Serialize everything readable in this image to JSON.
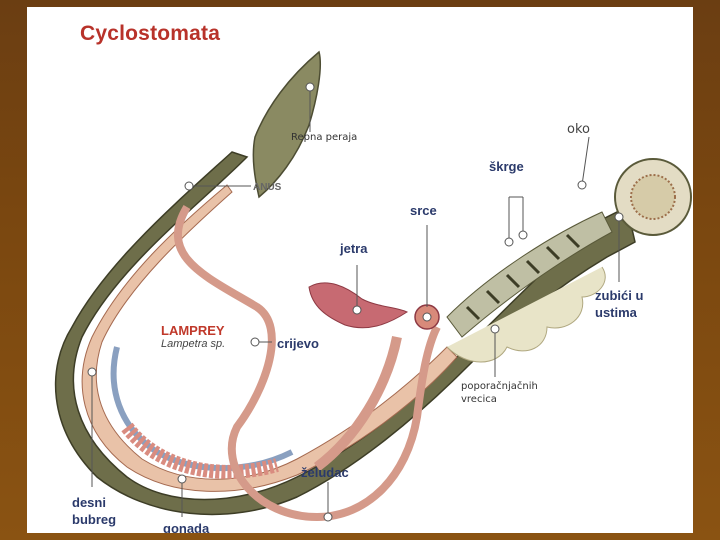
{
  "title": "Cyclostomata",
  "animal": {
    "name": "LAMPREY",
    "latin": "Lampetra sp."
  },
  "labels": {
    "repna_peraja": "Repna peraja",
    "anus": "ANUS",
    "oko": "oko",
    "skrge": "škrge",
    "srce": "srce",
    "jetra": "jetra",
    "crijevo": "crijevo",
    "zubici": [
      "zubići u",
      "ustima"
    ],
    "poporacne": [
      "poporačnjačnih",
      "vrecica"
    ],
    "desni_bubreg": [
      "desni",
      "bubreg"
    ],
    "zeludac": "želudac",
    "gonada": "gonada"
  },
  "colors": {
    "background": "#7a4710",
    "panel": "#ffffff",
    "title": "#b8322a",
    "label": "#2b3a6b",
    "body": "#5a5a3a",
    "organ": "#d98c80"
  }
}
